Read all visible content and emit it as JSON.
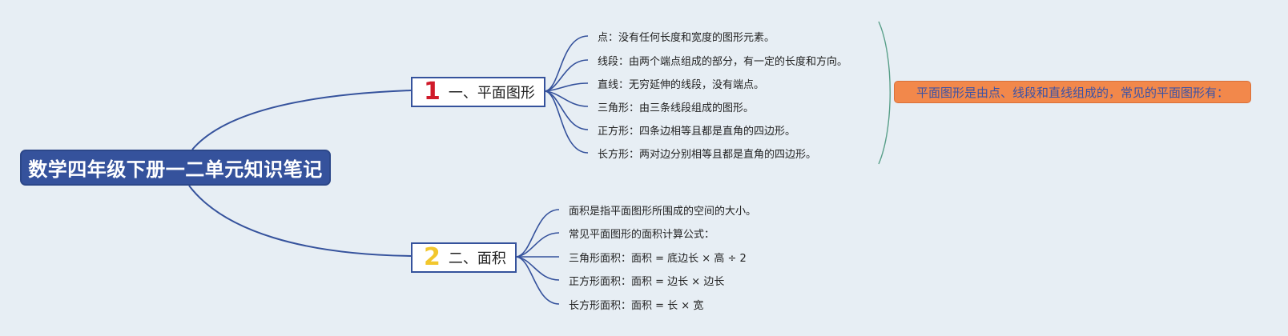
{
  "root": {
    "title": "数学四年级下册一二单元知识笔记"
  },
  "branches": [
    {
      "number": "1",
      "label": "一、平面图形",
      "leaves": [
        "点：没有任何长度和宽度的图形元素。",
        "线段：由两个端点组成的部分，有一定的长度和方向。",
        "直线：无穷延伸的线段，没有端点。",
        "三角形：由三条线段组成的图形。",
        "正方形：四条边相等且都是直角的四边形。",
        "长方形：两对边分别相等且都是直角的四边形。"
      ],
      "summary": "平面图形是由点、线段和直线组成的，常见的平面图形有："
    },
    {
      "number": "2",
      "label": "二、面积",
      "leaves": [
        "面积是指平面图形所围成的空间的大小。",
        "常见平面图形的面积计算公式：",
        "三角形面积：面积 = 底边长 × 高 ÷ 2",
        "正方形面积：面积 = 边长 × 边长",
        "长方形面积：面积 = 长 × 宽"
      ]
    }
  ],
  "colors": {
    "line": "#35529c",
    "root_bg": "#35529c",
    "note_bg": "#f2884b",
    "note_text": "#3b52a6",
    "num1": "#d01a2a",
    "num2": "#f2c72d",
    "bracket": "#5aa08a"
  }
}
